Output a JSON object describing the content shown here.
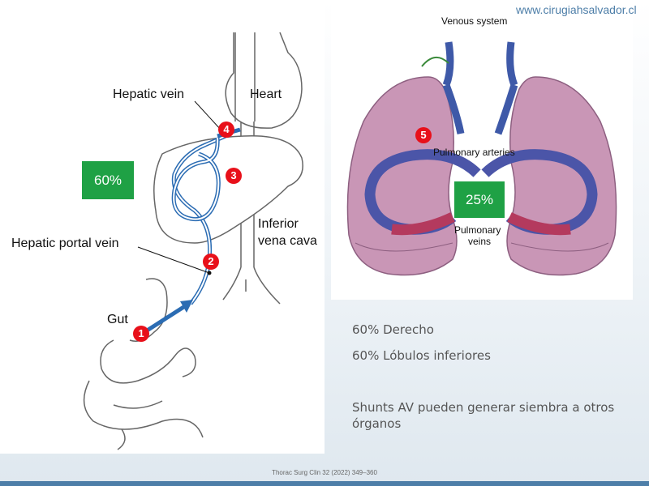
{
  "watermark": "www.cirugiahsalvador.cl",
  "left_diagram": {
    "labels": {
      "hepatic_vein": "Hepatic vein",
      "heart": "Heart",
      "inferior_vena_cava_line1": "Inferior",
      "inferior_vena_cava_line2": "vena cava",
      "hepatic_portal_vein": "Hepatic portal vein",
      "gut": "Gut"
    },
    "badges": [
      "1",
      "2",
      "3",
      "4"
    ],
    "percent_box": "60%"
  },
  "right_diagram": {
    "labels": {
      "venous_system": "Venous system",
      "pulmonary_arteries": "Pulmonary arteries",
      "pulmonary_veins_line1": "Pulmonary",
      "pulmonary_veins_line2": "veins"
    },
    "badge": "5",
    "percent_box": "25%"
  },
  "notes": {
    "line1": "60% Derecho",
    "line2": "60% Lóbulos inferiores",
    "line3a": "Shunts AV pueden generar siembra a otros",
    "line3b": "órganos"
  },
  "citation": "Thorac Surg Clin 32 (2022) 349–360",
  "colors": {
    "badge_red": "#e8101a",
    "percent_green": "#1fa145",
    "vessel_blue": "#2b6cb3",
    "lung_pink": "#c996b6",
    "note_text": "#555555"
  }
}
